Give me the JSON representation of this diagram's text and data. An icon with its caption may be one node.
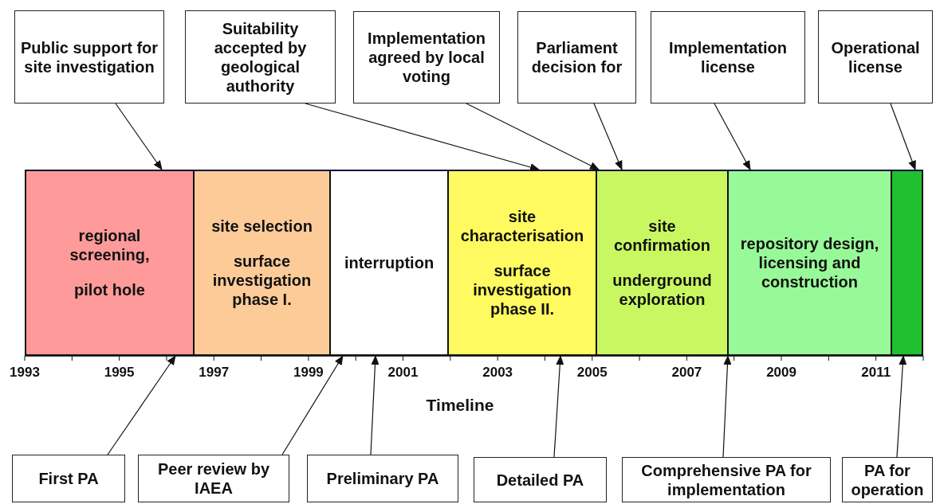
{
  "diagram": {
    "nodes": [
      {
        "text": [
          "Public support for site investigation"
        ]
      },
      {
        "text": [
          "Suitability accepted by geological authority"
        ]
      },
      {
        "text": [
          "Implementation agreed by local voting"
        ]
      },
      {
        "text": [
          "Parliament decision for"
        ]
      },
      {
        "text": [
          "Implementation license"
        ]
      },
      {
        "text": [
          "Operational license"
        ]
      },
      {
        "text": [
          "regional screening,",
          "pilot hole"
        ]
      },
      {
        "text": [
          "site selection",
          "surface investigation phase I."
        ]
      },
      {
        "text": [
          "interruption"
        ]
      },
      {
        "text": [
          "site characterisation",
          "surface investigation phase II."
        ]
      },
      {
        "text": [
          "site confirmation",
          "underground exploration"
        ]
      },
      {
        "text": [
          "repository design, licensing and construction"
        ]
      },
      {
        "text": [],
        "shape": "bar"
      },
      {
        "text": [
          "First PA"
        ]
      },
      {
        "text": [
          "Peer review by IAEA"
        ]
      },
      {
        "text": [
          "Preliminary PA"
        ]
      },
      {
        "text": [
          "Detailed PA"
        ]
      },
      {
        "text": [
          "Comprehensive PA for  implementation"
        ]
      },
      {
        "text": [
          "PA for operation"
        ]
      }
    ],
    "edges": [
      {
        "from": 0,
        "to": 6,
        "arrow": "to"
      },
      {
        "from": 1,
        "to": 9,
        "arrow": "to"
      },
      {
        "from": 2,
        "to": 10,
        "arrow": "to"
      },
      {
        "from": 3,
        "to": 10,
        "arrow": "to"
      },
      {
        "from": 4,
        "to": 11,
        "arrow": "to"
      },
      {
        "from": 5,
        "to": 12,
        "arrow": "to"
      },
      {
        "from": 13,
        "to": 6,
        "arrow": "to"
      },
      {
        "from": 14,
        "to": 8,
        "arrow": "to"
      },
      {
        "from": 15,
        "to": 8,
        "arrow": "to"
      },
      {
        "from": 16,
        "to": 9,
        "arrow": "to"
      },
      {
        "from": 17,
        "to": 10,
        "arrow": "to"
      },
      {
        "from": 18,
        "to": 12,
        "arrow": "to"
      }
    ],
    "labels": [
      "1993",
      "1995",
      "1997",
      "1999",
      "2001",
      "2003",
      "2005",
      "2007",
      "2009",
      "2011",
      "Timeline"
    ]
  }
}
